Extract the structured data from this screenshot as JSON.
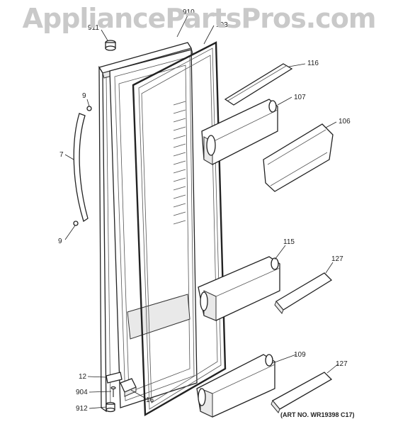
{
  "watermark": "AppliancePartsPros.com",
  "art_number": "(ART NO. WR19398 C17)",
  "callouts": {
    "c910": "910",
    "c911": "911",
    "c103": "103",
    "c116": "116",
    "c107": "107",
    "c106": "106",
    "c9a": "9",
    "c7": "7",
    "c9b": "9",
    "c115": "115",
    "c127a": "127",
    "c109": "109",
    "c127b": "127",
    "c12": "12",
    "c904": "904",
    "c16": "16",
    "c912": "912"
  }
}
